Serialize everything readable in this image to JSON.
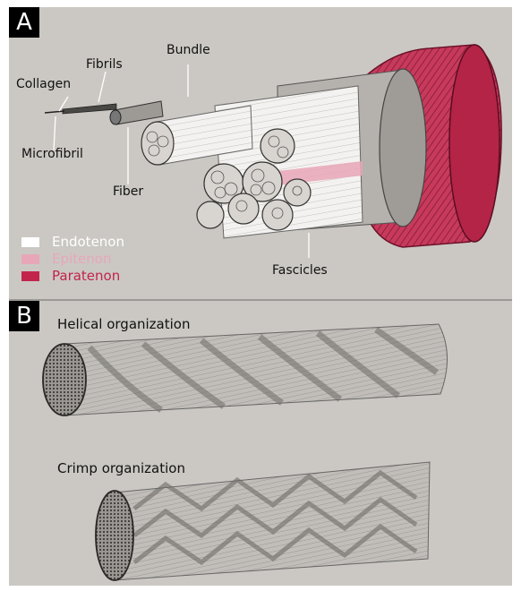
{
  "panel_a": {
    "letter": "A",
    "labels": {
      "collagen": "Collagen",
      "fibrils": "Fibrils",
      "bundle": "Bundle",
      "microfibril": "Microfibril",
      "fiber": "Fiber",
      "fascicles": "Fascicles"
    },
    "legend": [
      {
        "label": "Endotenon",
        "color": "#ffffff"
      },
      {
        "label": "Epitenon",
        "color": "#e7a7b9"
      },
      {
        "label": "Paratenon",
        "color": "#c2244b"
      }
    ]
  },
  "panel_b": {
    "letter": "B",
    "helical_title": "Helical organization",
    "crimp_title": "Crimp organization"
  },
  "colors": {
    "background": "#cbc8c3",
    "paratenon": "#c2244b",
    "epitenon": "#e7a7b9",
    "endotenon": "#ffffff",
    "pencil": "#555555"
  }
}
